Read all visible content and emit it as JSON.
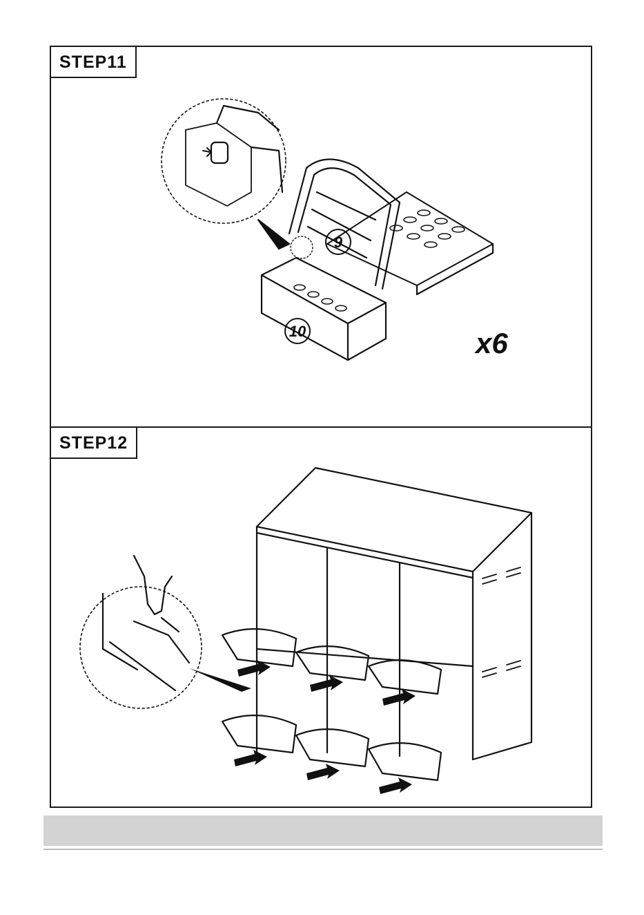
{
  "steps": [
    {
      "label": "STEP11",
      "parts": [
        "9",
        "10"
      ],
      "quantity": "x6"
    },
    {
      "label": "STEP12"
    }
  ]
}
